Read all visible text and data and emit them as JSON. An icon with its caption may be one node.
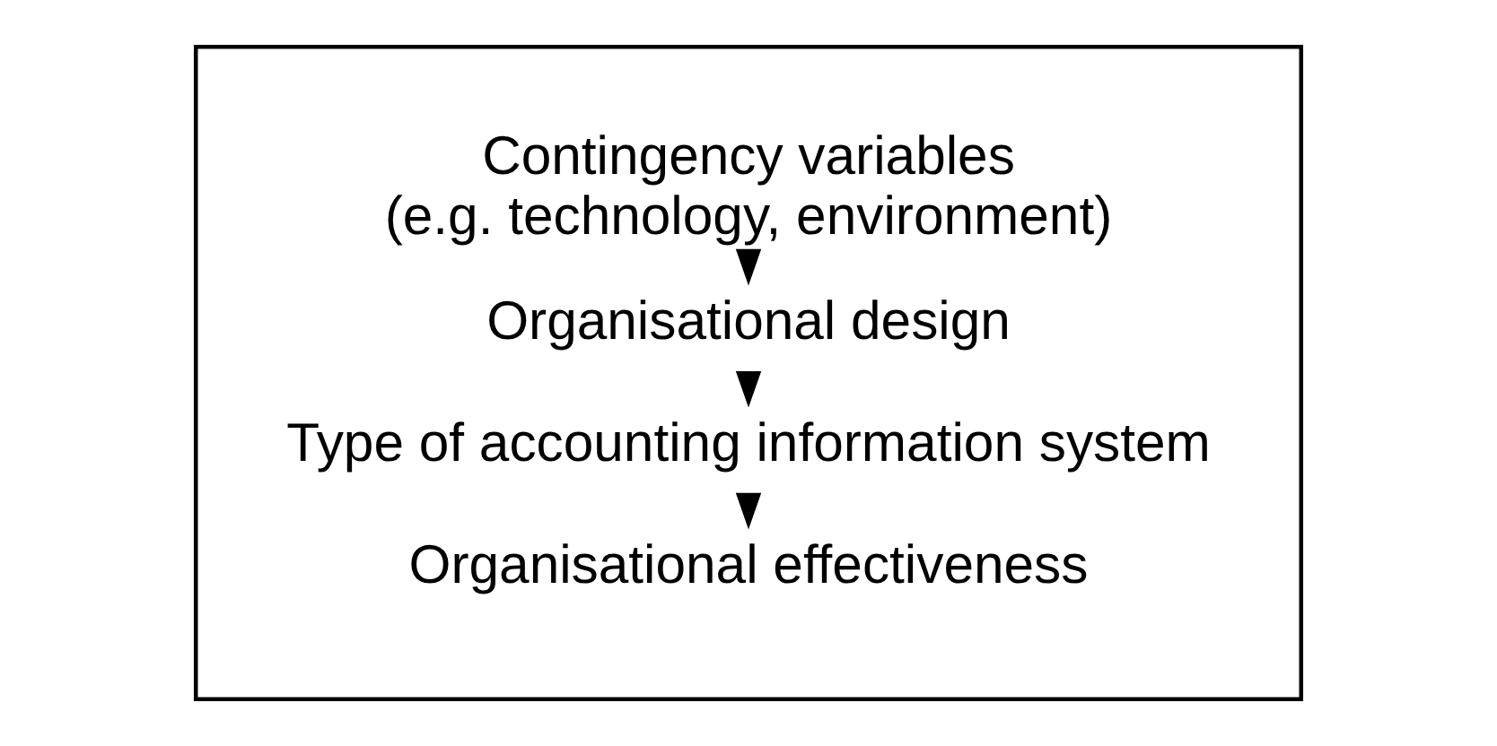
{
  "diagram": {
    "nodes": [
      {
        "text": [],
        "shape": "box"
      },
      {
        "text": [
          "Contingency variables",
          "(e.g. technology, environment)"
        ],
        "in": 0
      },
      {
        "text": [
          "Organisational design"
        ],
        "in": 0
      },
      {
        "text": [
          "Type of accounting information system"
        ],
        "in": 0
      },
      {
        "text": [
          "Organisational effectiveness"
        ],
        "in": 0
      }
    ],
    "edges": [
      {
        "from": 1,
        "to": 2,
        "arrow": "to"
      },
      {
        "from": 2,
        "to": 3,
        "arrow": "to"
      },
      {
        "from": 3,
        "to": 4,
        "arrow": "to"
      }
    ]
  }
}
